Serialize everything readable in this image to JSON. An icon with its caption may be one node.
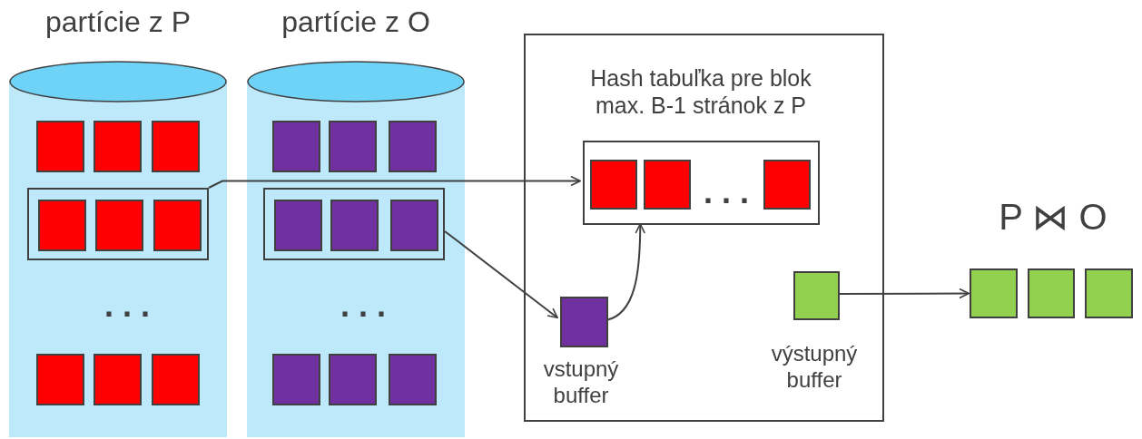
{
  "diagram": {
    "nodes": [
      {
        "text": [
          "partície z P"
        ]
      },
      {
        "text": [],
        "shape": "box",
        "in": 0
      },
      {
        "text": [],
        "shape": "box",
        "in": 0
      },
      {
        "text": [],
        "shape": "box",
        "in": 0
      },
      {
        "text": [],
        "shape": "box",
        "in": 0
      },
      {
        "text": [],
        "shape": "box",
        "in": 4
      },
      {
        "text": [],
        "shape": "box",
        "in": 4
      },
      {
        "text": [],
        "shape": "box",
        "in": 4
      },
      {
        "text": [],
        "shape": "box",
        "in": 0
      },
      {
        "text": [],
        "shape": "box",
        "in": 0
      },
      {
        "text": [],
        "shape": "box",
        "in": 0
      },
      {
        "text": [
          "partície z O"
        ]
      },
      {
        "text": [],
        "shape": "box",
        "in": 11
      },
      {
        "text": [],
        "shape": "box",
        "in": 11
      },
      {
        "text": [],
        "shape": "box",
        "in": 11
      },
      {
        "text": [],
        "shape": "box",
        "in": 11
      },
      {
        "text": [],
        "shape": "box",
        "in": 15
      },
      {
        "text": [],
        "shape": "box",
        "in": 15
      },
      {
        "text": [],
        "shape": "box",
        "in": 15
      },
      {
        "text": [],
        "shape": "box",
        "in": 11
      },
      {
        "text": [],
        "shape": "box",
        "in": 11
      },
      {
        "text": [],
        "shape": "box",
        "in": 11
      },
      {
        "text": [],
        "shape": "box"
      },
      {
        "text": [
          "Hash tabuľka pre blok max. B-1 stránok z P"
        ],
        "in": 22
      },
      {
        "text": [],
        "shape": "box",
        "in": 23
      },
      {
        "text": [],
        "shape": "box",
        "in": 23
      },
      {
        "text": [],
        "shape": "box",
        "in": 23
      },
      {
        "text": [],
        "shape": "box",
        "in": 22,
        "beside": [
          "vstupný buffer"
        ]
      },
      {
        "text": [],
        "shape": "box",
        "in": 22,
        "beside": [
          "výstupný buffer"
        ]
      },
      {
        "text": [],
        "shape": "box"
      },
      {
        "text": [],
        "shape": "box"
      },
      {
        "text": [],
        "shape": "box"
      }
    ],
    "edges": [
      {
        "from": 4,
        "to": 23,
        "arrow": "to"
      },
      {
        "from": 15,
        "to": 27,
        "arrow": "to"
      },
      {
        "from": 27,
        "to": 23,
        "arrow": "to"
      },
      {
        "from": 28,
        "to": 29,
        "arrow": "to"
      }
    ],
    "labels": [
      ". . .",
      "P ⋈ O",
      ". . .",
      ". . ."
    ]
  }
}
